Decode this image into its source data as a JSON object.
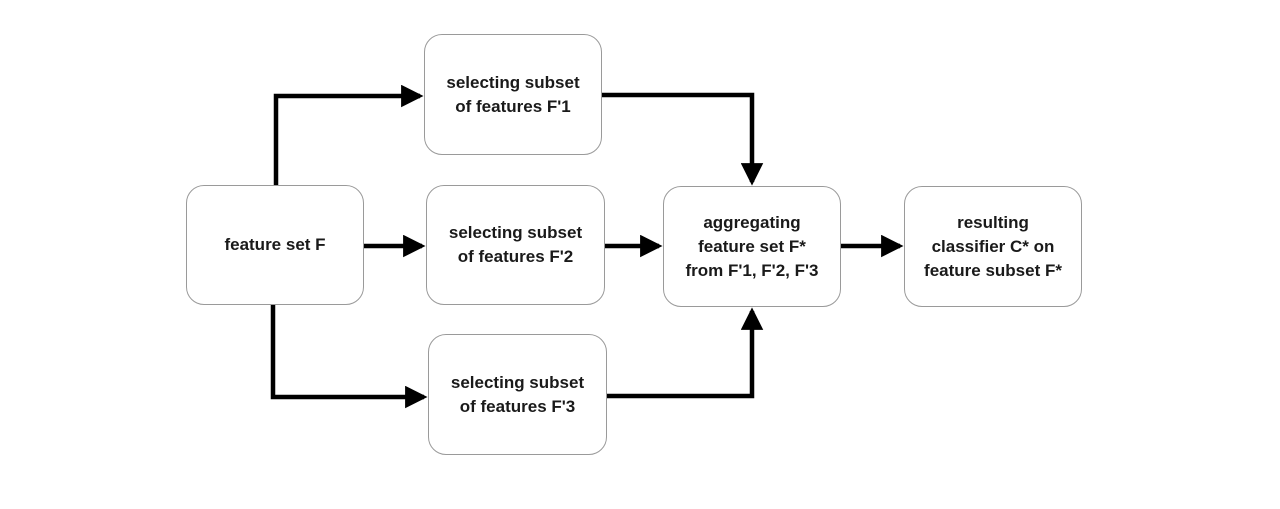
{
  "nodes": {
    "feature_set": "feature set F",
    "subset_1": "selecting subset\nof features F'1",
    "subset_2": "selecting subset\nof features F'2",
    "subset_3": "selecting subset\nof features F'3",
    "aggregate": "aggregating\nfeature set F*\nfrom F'1, F'2, F'3",
    "result": "resulting\nclassifier C* on\nfeature subset F*"
  },
  "edges": [
    {
      "from": "feature_set",
      "to": "subset_1"
    },
    {
      "from": "feature_set",
      "to": "subset_2"
    },
    {
      "from": "feature_set",
      "to": "subset_3"
    },
    {
      "from": "subset_1",
      "to": "aggregate"
    },
    {
      "from": "subset_2",
      "to": "aggregate"
    },
    {
      "from": "subset_3",
      "to": "aggregate"
    },
    {
      "from": "aggregate",
      "to": "result"
    }
  ],
  "colors": {
    "node_border": "#9a9a9a",
    "arrow": "#000000",
    "text": "#1a1a1a"
  }
}
